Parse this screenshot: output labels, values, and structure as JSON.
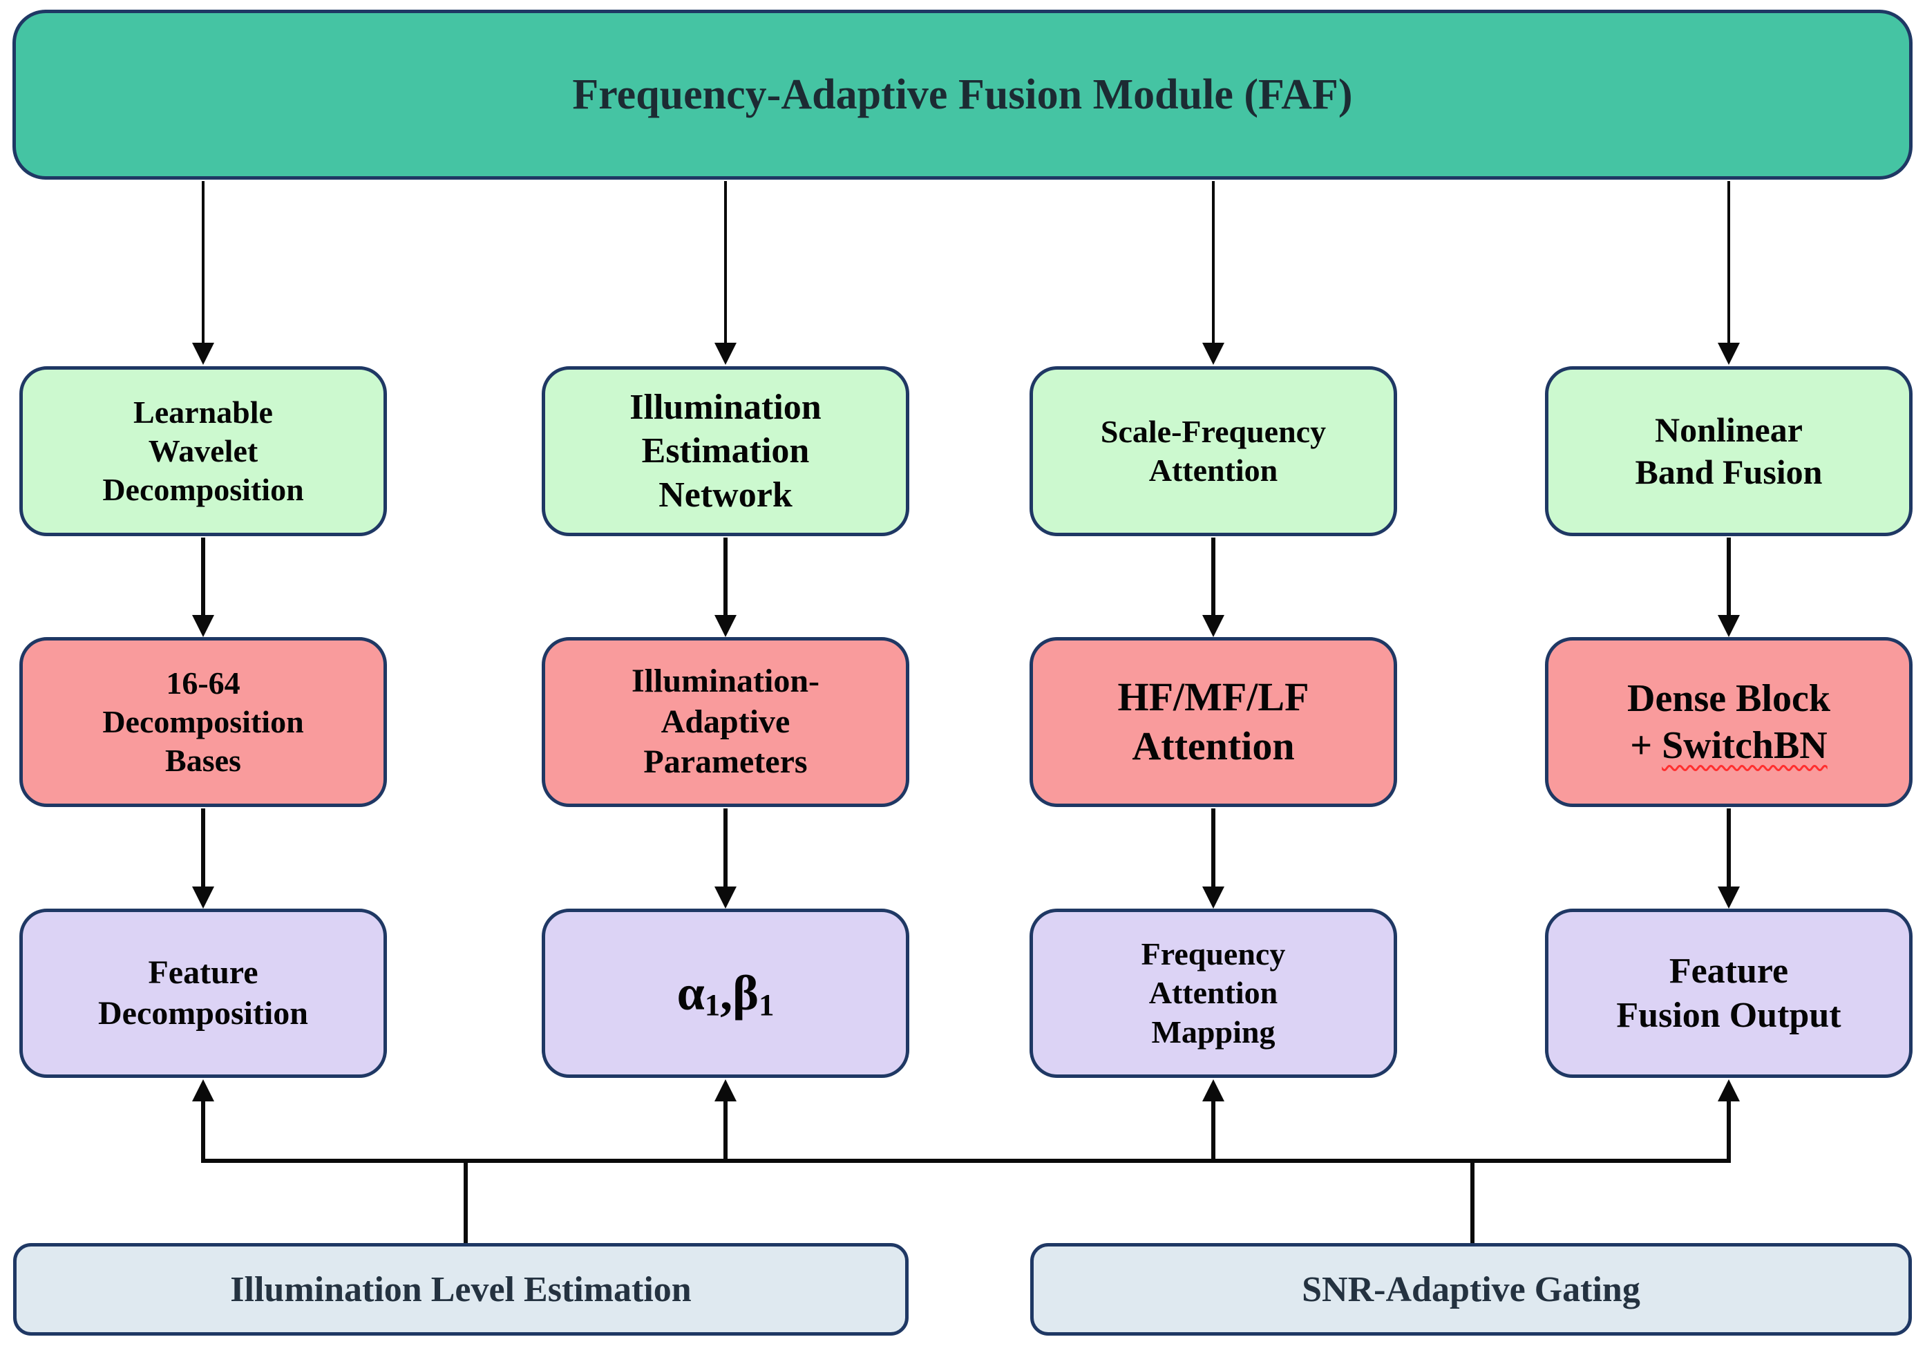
{
  "header": {
    "title": "Frequency-Adaptive Fusion Module (FAF)"
  },
  "columns": [
    {
      "top_lines": [
        "Learnable",
        "Wavelet",
        "Decomposition"
      ],
      "mid_lines": [
        "16-64",
        "Decomposition",
        "Bases"
      ],
      "bottom_lines": [
        "Feature",
        "Decomposition"
      ]
    },
    {
      "top_lines": [
        "Illumination",
        "Estimation",
        "Network"
      ],
      "mid_lines": [
        "Illumination-",
        "Adaptive",
        "Parameters"
      ],
      "bottom_parts": {
        "a": "α",
        "a_sub": "1",
        "sep": ",",
        "b": "β",
        "b_sub": "1"
      }
    },
    {
      "top_lines": [
        "Scale-Frequency",
        "Attention"
      ],
      "mid_lines": [
        "HF/MF/LF",
        "Attention"
      ],
      "bottom_lines": [
        "Frequency",
        "Attention",
        "Mapping"
      ]
    },
    {
      "top_lines": [
        "Nonlinear",
        "Band Fusion"
      ],
      "mid_line1": "Dense Block",
      "mid_line2_prefix": "+ ",
      "mid_line2_underlined": "SwitchBN",
      "bottom_lines": [
        "Feature",
        "Fusion Output"
      ]
    }
  ],
  "footer": {
    "left": "Illumination Level Estimation",
    "right": "SNR-Adaptive Gating"
  },
  "colors": {
    "teal": "#45c4a3",
    "green": "#ccf9cf",
    "salmon": "#f99b9c",
    "purple": "#dcd3f5",
    "footer_fill": "#dfe9f0",
    "border_navy": "#1f3864",
    "arrow_black": "#0a0a0a",
    "squiggle_red": "#ff2f2f",
    "title_text": "#1c2b33",
    "footer_text": "#243240",
    "box_text": "#050505"
  }
}
